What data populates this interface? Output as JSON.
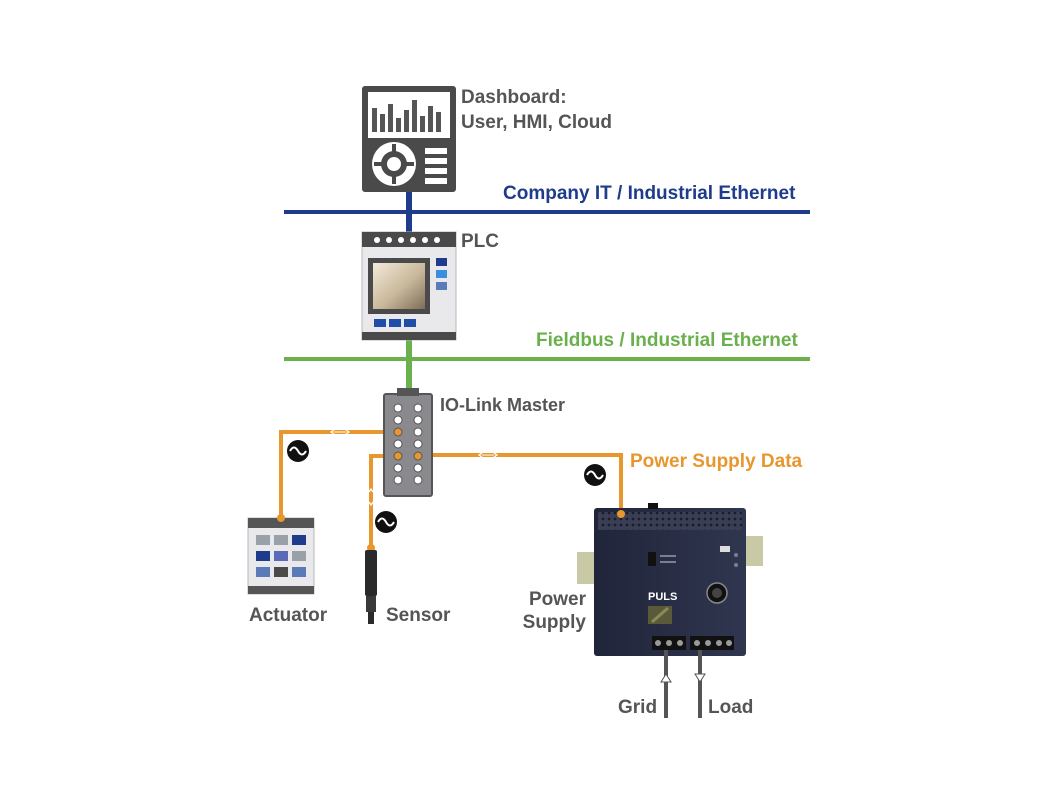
{
  "labels": {
    "dashboard_line1": "Dashboard:",
    "dashboard_line2": "User, HMI, Cloud",
    "company_bus": "Company IT / Industrial Ethernet",
    "plc": "PLC",
    "fieldbus": "Fieldbus / Industrial Ethernet",
    "iolink_master": "IO-Link Master",
    "power_supply_data": "Power Supply Data",
    "actuator": "Actuator",
    "sensor": "Sensor",
    "power_supply_line1": "Power",
    "power_supply_line2": "Supply",
    "grid": "Grid",
    "load": "Load"
  },
  "device": {
    "brand": "PULS"
  },
  "colors": {
    "company_bus": "#1f3c8c",
    "fieldbus": "#6ab04c",
    "iolink": "#e8962e",
    "device_gray": "#555555",
    "power_supply_body": "#2a2f45"
  },
  "icons": {
    "iolink_symbol": "iolink-wave-icon",
    "bidirectional": "bidirectional-arrow-icon"
  }
}
